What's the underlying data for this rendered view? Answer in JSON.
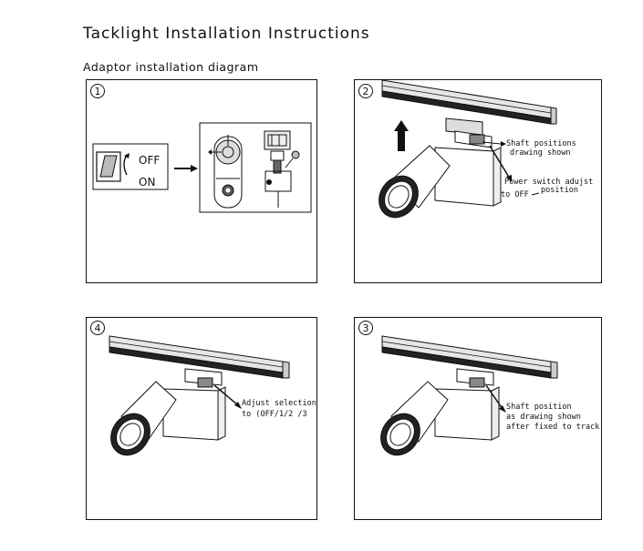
{
  "title": "Tacklight Installation Instructions",
  "subtitle": "Adaptor installation diagram",
  "panels": {
    "p1": {
      "number": "1",
      "switch_off": "OFF",
      "switch_on": "ON"
    },
    "p2": {
      "number": "2",
      "ann_a_line1": "Shaft positions",
      "ann_a_line2": "drawing shown",
      "ann_b_line1": "Power switch adujst",
      "ann_b_line2a": "to OFF",
      "ann_b_line2b": "position"
    },
    "p4": {
      "number": "4",
      "ann_line1": "Adjust selection",
      "ann_line2": "to (OFF/1/2 /3"
    },
    "p3": {
      "number": "3",
      "ann_line1": "Shaft position",
      "ann_line2": "as drawing shown",
      "ann_line3": "after fixed to track"
    }
  }
}
